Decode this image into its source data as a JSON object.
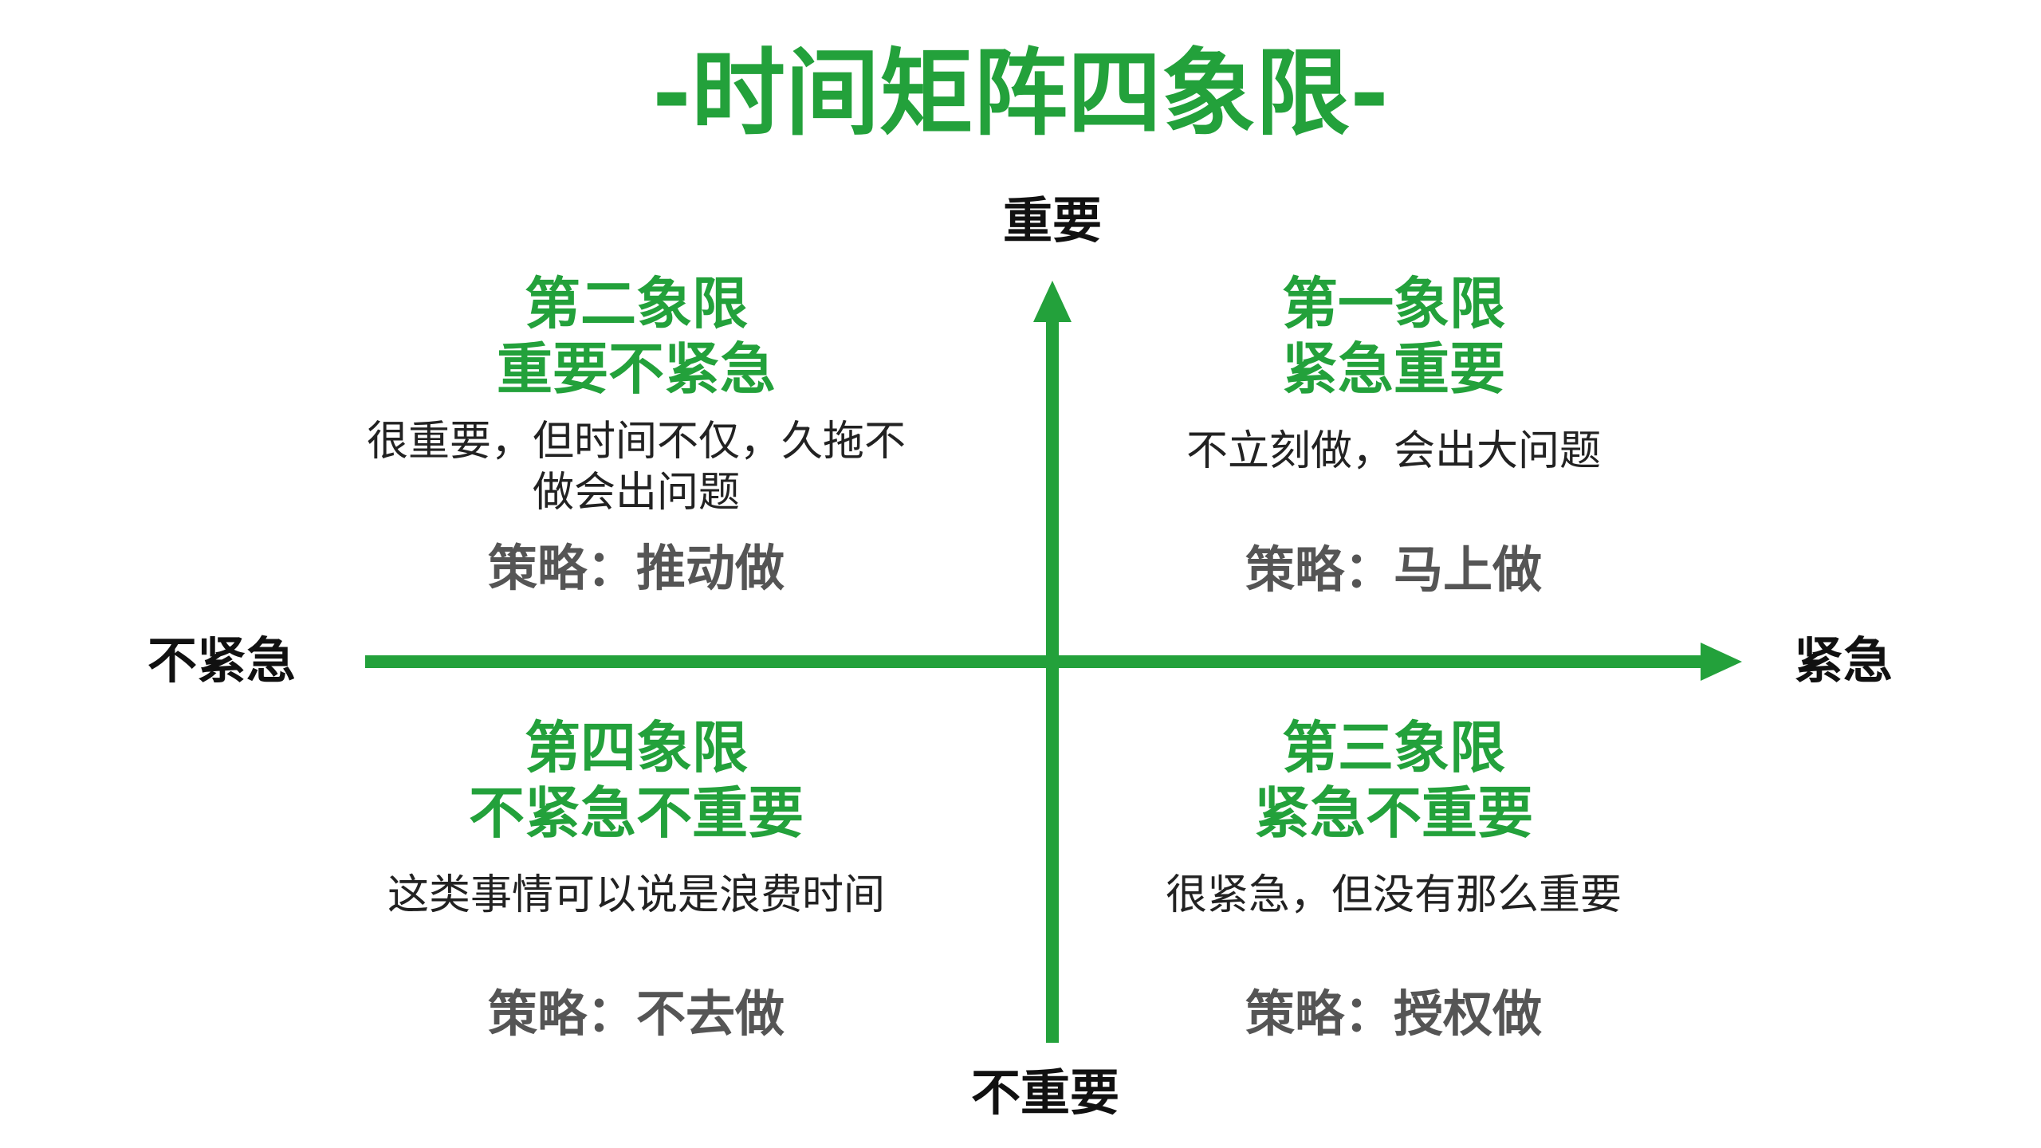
{
  "title": "-时间矩阵四象限-",
  "colors": {
    "accent": "#23a13b",
    "text": "#111111",
    "strategy": "#555555"
  },
  "axes": {
    "top": "重要",
    "bottom": "不重要",
    "left": "不紧急",
    "right": "紧急"
  },
  "quadrants": {
    "q1": {
      "name": "第一象限",
      "subtitle": "紧急重要",
      "desc": [
        "不立刻做，会出大问题"
      ],
      "strategy": "策略：马上做"
    },
    "q2": {
      "name": "第二象限",
      "subtitle": "重要不紧急",
      "desc": [
        "很重要，但时间不仅，久拖不",
        "做会出问题"
      ],
      "strategy": "策略：推动做"
    },
    "q3": {
      "name": "第三象限",
      "subtitle": "紧急不重要",
      "desc": [
        "很紧急，但没有那么重要"
      ],
      "strategy": "策略：授权做"
    },
    "q4": {
      "name": "第四象限",
      "subtitle": "不紧急不重要",
      "desc": [
        "这类事情可以说是浪费时间"
      ],
      "strategy": "策略：不去做"
    }
  }
}
